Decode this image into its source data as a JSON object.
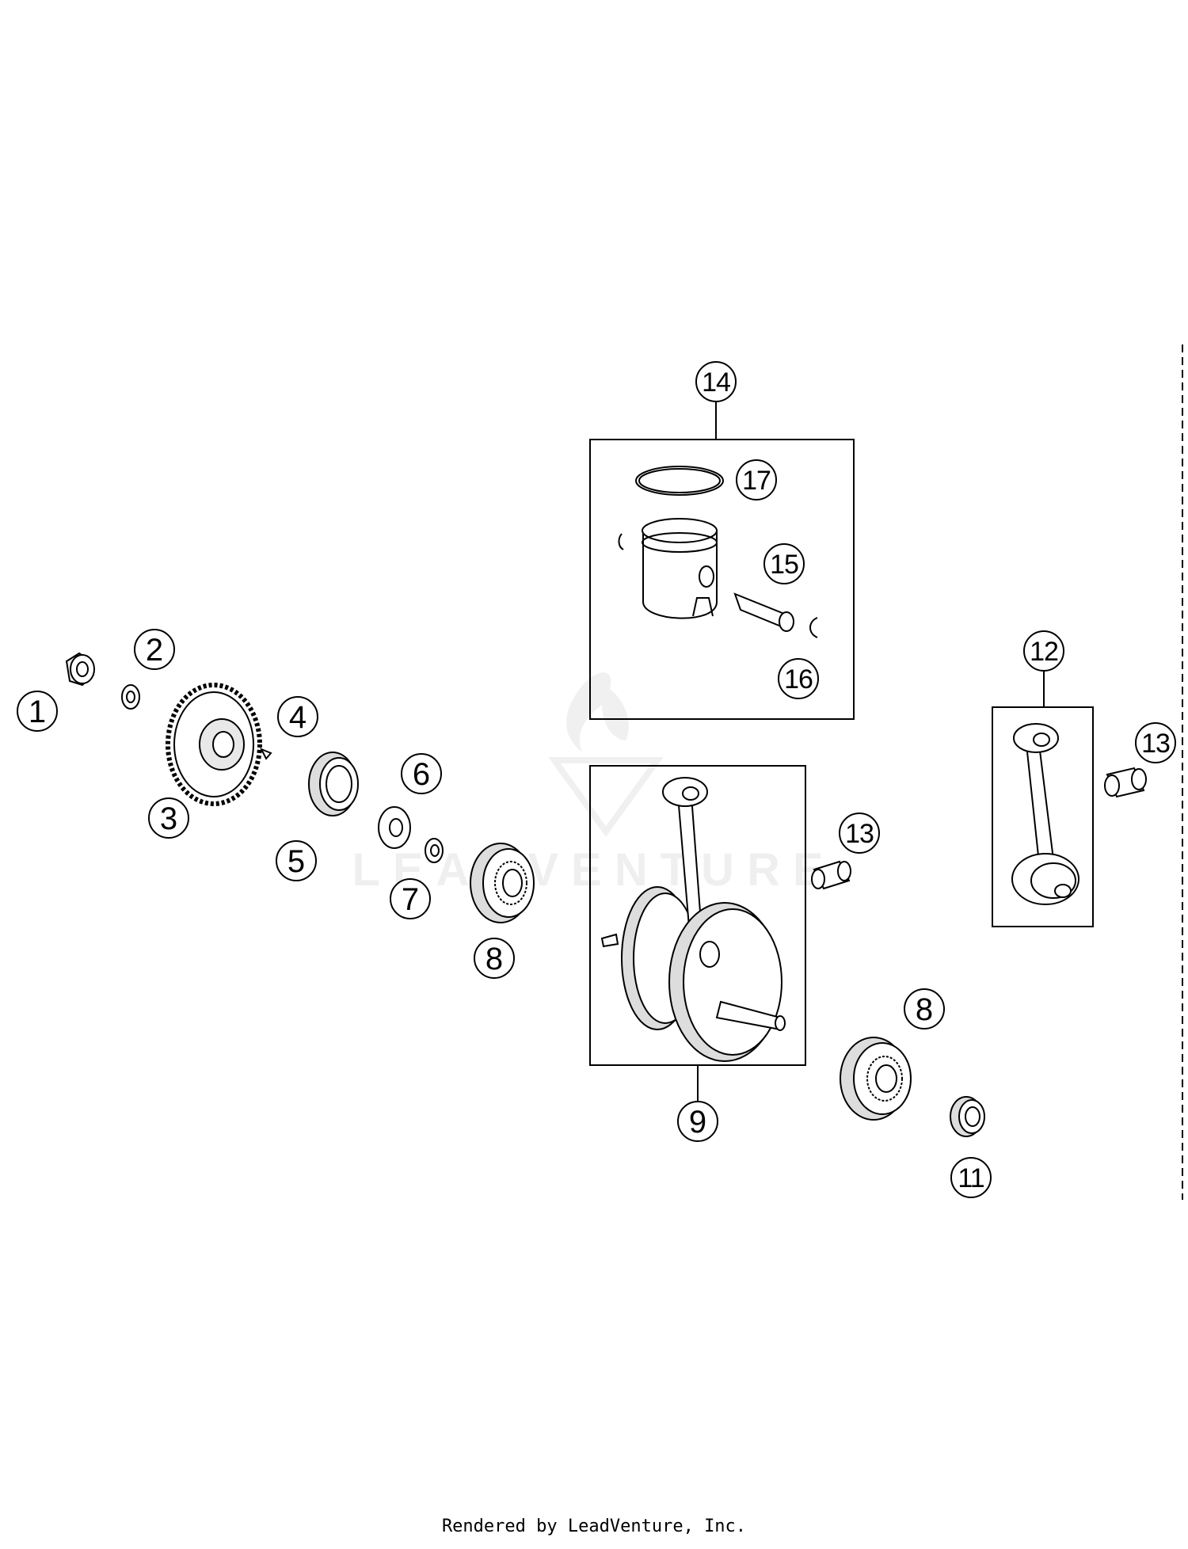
{
  "callouts": {
    "c1": "1",
    "c2": "2",
    "c3": "3",
    "c4": "4",
    "c5": "5",
    "c6": "6",
    "c7": "7",
    "c8a": "8",
    "c8b": "8",
    "c9": "9",
    "c11": "11",
    "c12": "12",
    "c13a": "13",
    "c13b": "13",
    "c14": "14",
    "c15": "15",
    "c16": "16",
    "c17": "17"
  },
  "watermark": {
    "text": "LEADVENTURE"
  },
  "footer": {
    "text": "Rendered by LeadVenture, Inc."
  },
  "colors": {
    "line": "#000000",
    "background": "#ffffff"
  }
}
